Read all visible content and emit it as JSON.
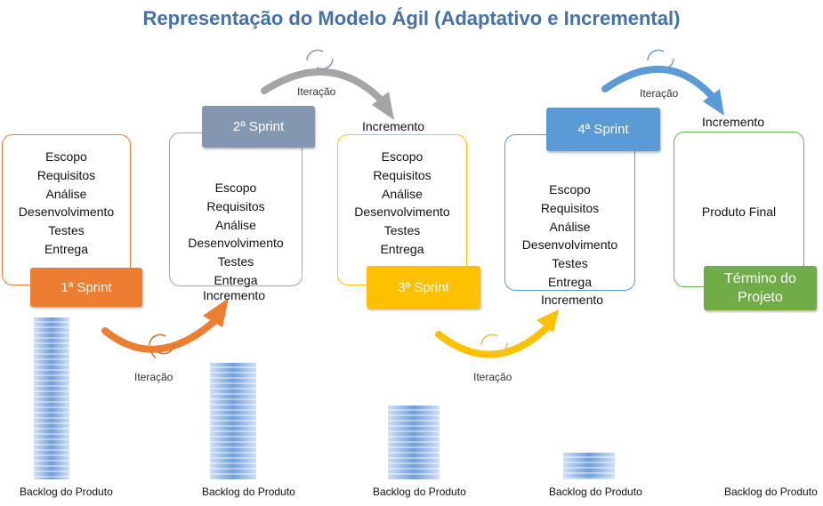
{
  "title": "Representação do Modelo Ágil (Adaptativo e Incremental)",
  "colors": {
    "title": "#4472a8",
    "sprint1": "#ed7d31",
    "sprint2": "#8497b0",
    "sprint3": "#ffc000",
    "sprint4": "#5b9bd5",
    "final": "#70ad47",
    "gray_arrow": "#a5a5a5"
  },
  "activities": [
    "Escopo",
    "Requisitos",
    "Análise",
    "Desenvolvimento",
    "Testes",
    "Entrega"
  ],
  "sprints": [
    {
      "label": "1ª Sprint"
    },
    {
      "label": "2ª Sprint"
    },
    {
      "label": "3ª Sprint"
    },
    {
      "label": "4ª Sprint"
    }
  ],
  "final_box": {
    "text": "Produto Final",
    "label": "Término do Projeto"
  },
  "increment_label": "Incremento",
  "iteration_label": "Iteração",
  "backlog_label": "Backlog do Produto",
  "icons": {
    "cycle": "cycle-arrows-icon",
    "backlog": "backlog-stack-icon"
  }
}
